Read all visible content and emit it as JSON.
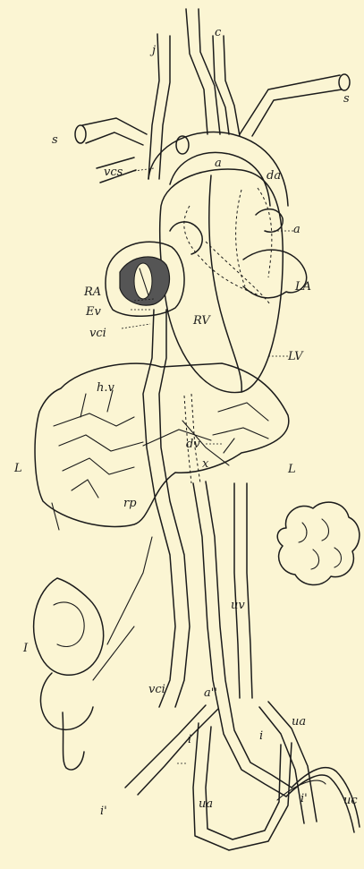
{
  "figure": {
    "labels": {
      "c": "c",
      "j": "j",
      "s_left": "s",
      "s_right": "s",
      "a_top": "a",
      "da": "da",
      "vcs": "vcs",
      "a_right": "a",
      "ra": "RA",
      "la": "LA",
      "ev": "Ev",
      "rv": "RV",
      "vci_upper": "vci",
      "lv": "LV",
      "hv": "h.v",
      "l_left": "L",
      "l_right": "L",
      "dv": "dv",
      "x": "x",
      "rp": "rp",
      "i_cap": "I",
      "uv": "uv",
      "vci_lower": "vci",
      "a_double_prime": "a''",
      "ua_right": "ua",
      "i_left": "i",
      "i_right": "i",
      "uc": "uc",
      "i_prime_left": "i'",
      "i_prime_right": "i'",
      "ua_bottom": "ua"
    },
    "colors": {
      "background": "#fbf5d3",
      "ink": "#1b1b1b",
      "shaded": "#555555"
    }
  }
}
